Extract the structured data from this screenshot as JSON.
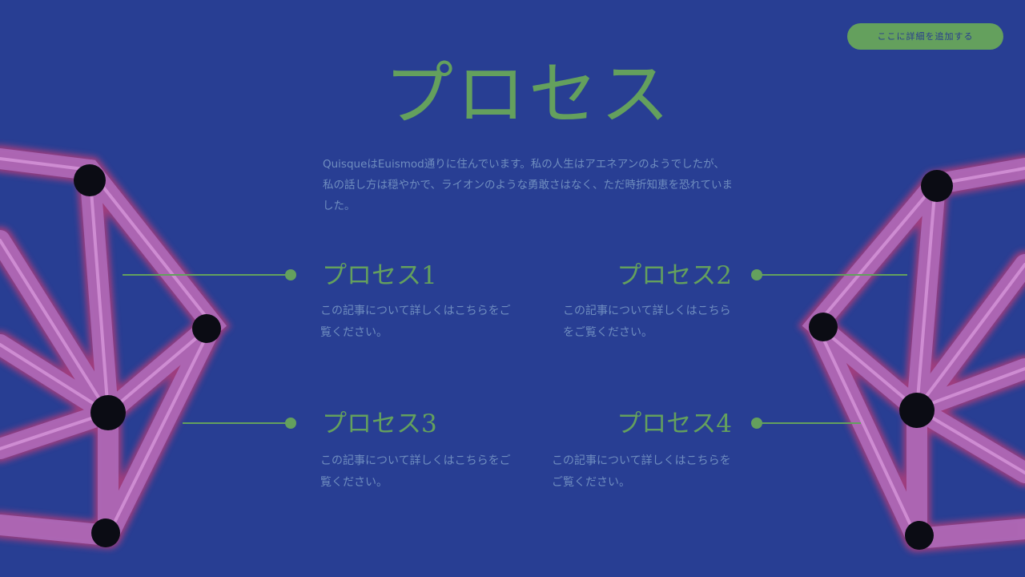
{
  "header": {
    "detail_button_label": "ここに詳細を追加する"
  },
  "title": "プロセス",
  "intro": "QuisqueはEuismod通りに住んでいます。私の人生はアエネアンのようでしたが、私の話し方は穏やかで、ライオンのような勇敢さはなく、ただ時折知恵を恐れていました。",
  "processes": [
    {
      "title": "プロセス1",
      "description": "この記事について詳しくはこちらをご覧ください。"
    },
    {
      "title": "プロセス2",
      "description": "この記事について詳しくはこちらをご覧ください。"
    },
    {
      "title": "プロセス3",
      "description": "この記事について詳しくはこちらをご覧ください。"
    },
    {
      "title": "プロセス4",
      "description": "この記事について詳しくはこちらをご覧ください。"
    }
  ],
  "colors": {
    "background": "#283e93",
    "accent_green": "#64a05d",
    "body_text": "#6f8dbf",
    "sculpture_glow": "#ff3d6e",
    "sculpture_tube": "#b070c0"
  }
}
